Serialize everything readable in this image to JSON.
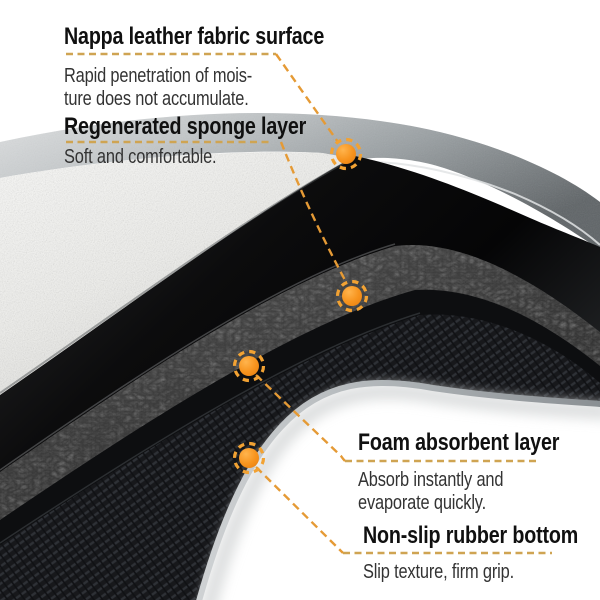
{
  "annotations": [
    {
      "id": "surface",
      "title": "Nappa leather fabric surface",
      "description": "Rapid penetration of mois-\nture does not accumulate."
    },
    {
      "id": "sponge",
      "title": "Regenerated sponge layer",
      "description": "Soft and comfortable."
    },
    {
      "id": "foam",
      "title": "Foam absorbent layer",
      "description": "Absorb instantly and\nevaporate quickly."
    },
    {
      "id": "rubber",
      "title": "Non-slip rubber bottom",
      "description": "Slip texture, firm grip."
    }
  ],
  "markers": [
    {
      "name": "surface-layer-marker"
    },
    {
      "name": "sponge-layer-marker"
    },
    {
      "name": "foam-layer-marker"
    },
    {
      "name": "rubber-layer-marker"
    }
  ],
  "colors": {
    "marker_orange": "#f7941e",
    "marker_ring": "#f2a233",
    "underline_dash": "#cfa452",
    "connector_dash": "#e59a35",
    "title_text": "#101010",
    "body_text": "#333333",
    "background": "#ffffff"
  }
}
